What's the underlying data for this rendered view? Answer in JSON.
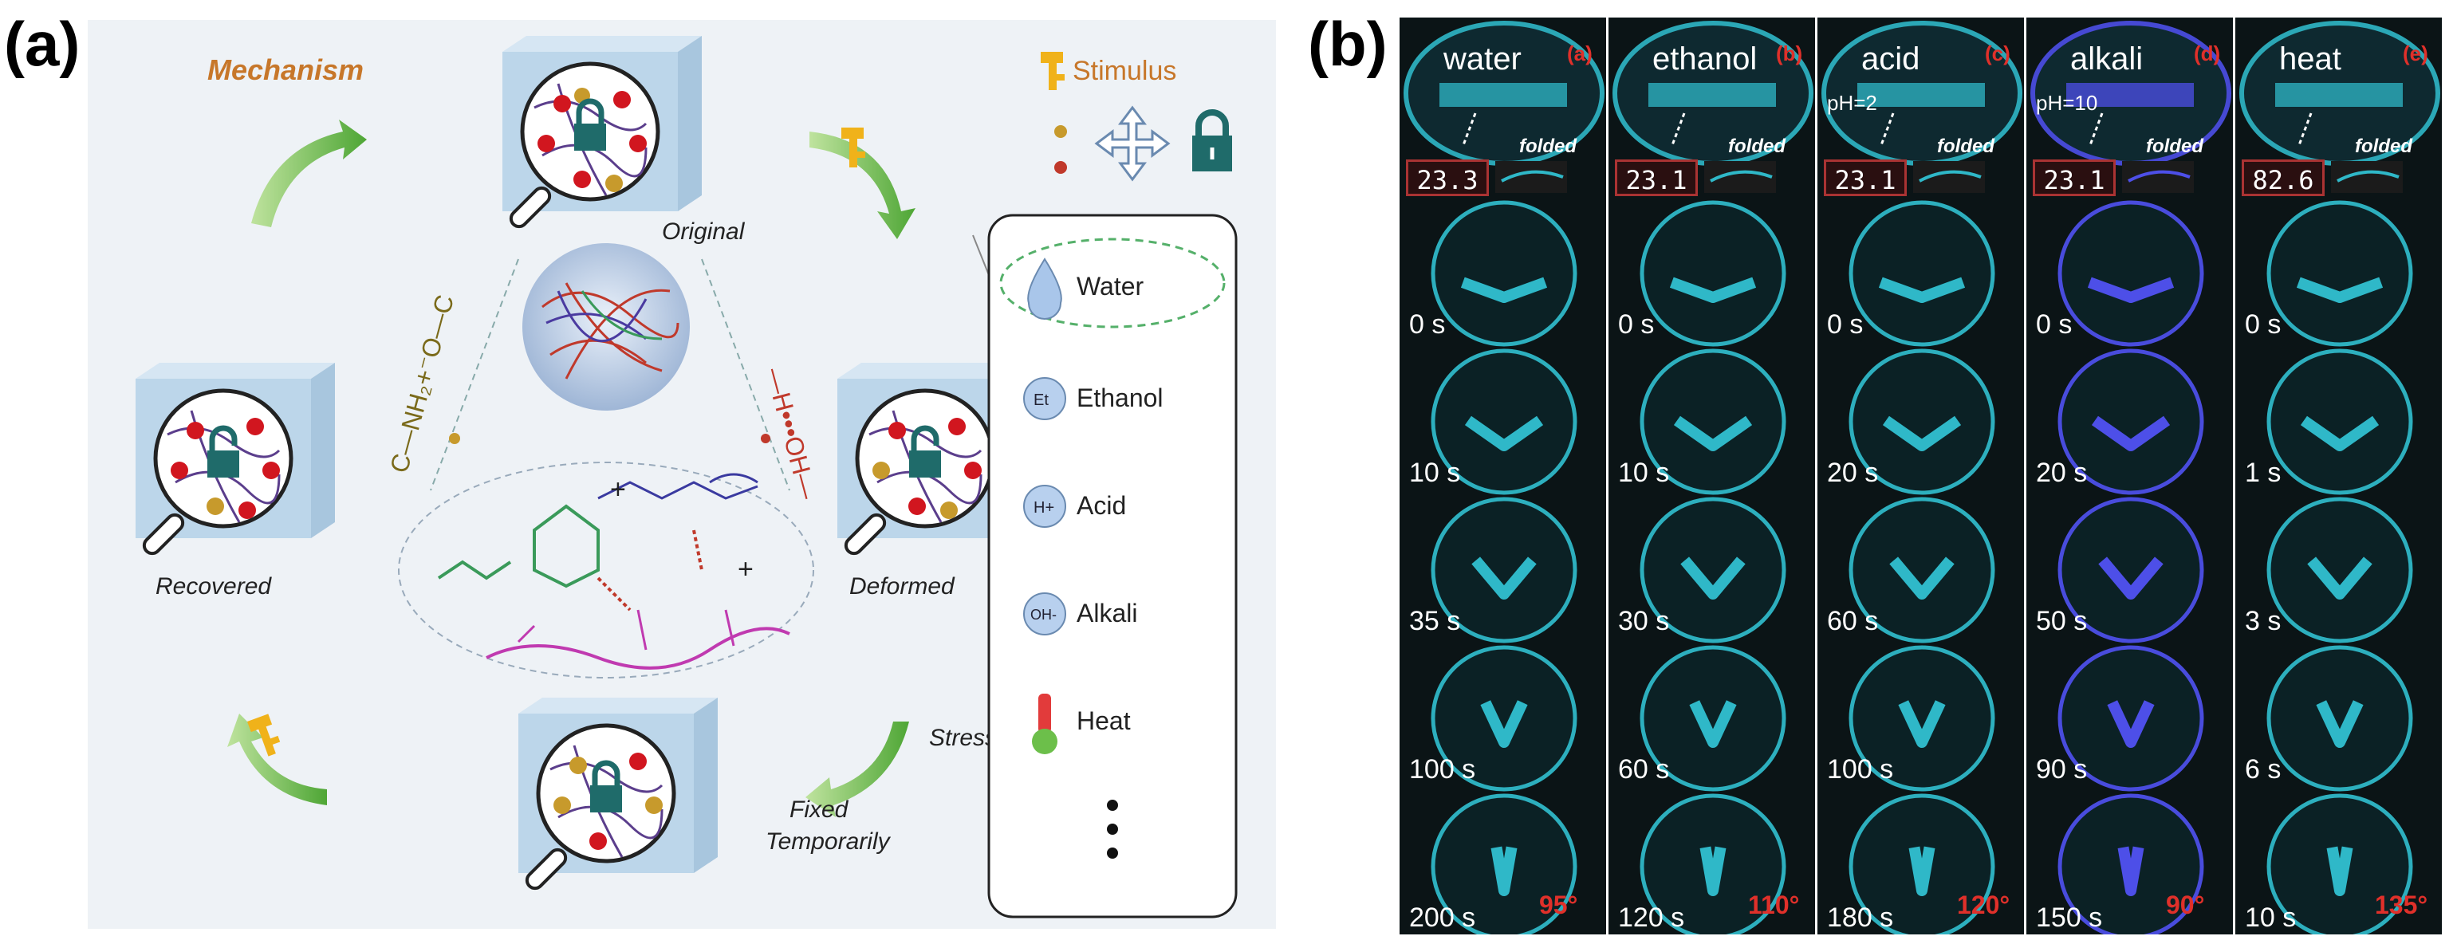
{
  "panel_a": {
    "label": "(a)",
    "mechanism": "Mechanism",
    "states": {
      "original": "Original",
      "deformed": "Deformed",
      "fixed_line1": "Fixed",
      "fixed_line2": "Temporarily",
      "recovered": "Recovered",
      "stress": "Stress"
    },
    "stimulus_title": "Stimulus",
    "stimuli": [
      "Water",
      "Ethanol",
      "Acid",
      "Alkali",
      "Heat"
    ],
    "stimuli_icons": [
      "Et",
      "H+",
      "OH-"
    ],
    "chem_labels": [
      "—H•••OH—",
      "C—NH₂+⁻O—C"
    ],
    "colors": {
      "accent_orange": "#c7772a",
      "arrow_green": "#6cbf4a",
      "box_blue": "#bcd6ea"
    }
  },
  "panel_b": {
    "label": "(b)",
    "columns": [
      {
        "name": "water",
        "tag": "(a)",
        "ph": "",
        "temp": "23.3",
        "times": [
          "0 s",
          "10 s",
          "35 s",
          "100 s",
          "200 s"
        ],
        "final_angle": "95°",
        "tint": "#2fb8c8"
      },
      {
        "name": "ethanol",
        "tag": "(b)",
        "ph": "",
        "temp": "23.1",
        "times": [
          "0 s",
          "10 s",
          "30 s",
          "60 s",
          "120 s"
        ],
        "final_angle": "110°",
        "tint": "#2fb8c8"
      },
      {
        "name": "acid",
        "tag": "(c)",
        "ph": "pH=2",
        "temp": "23.1",
        "times": [
          "0 s",
          "20 s",
          "60 s",
          "100 s",
          "180 s"
        ],
        "final_angle": "120°",
        "tint": "#2fb8c8"
      },
      {
        "name": "alkali",
        "tag": "(d)",
        "ph": "pH=10",
        "temp": "23.1",
        "times": [
          "0 s",
          "20 s",
          "50 s",
          "90 s",
          "150 s"
        ],
        "final_angle": "90°",
        "tint": "#4d4fe8"
      },
      {
        "name": "heat",
        "tag": "(e)",
        "ph": "",
        "temp": "82.6",
        "times": [
          "0 s",
          "1 s",
          "3 s",
          "6 s",
          "10 s"
        ],
        "final_angle": "135°",
        "tint": "#2fb8c8"
      }
    ],
    "folded_label": "folded"
  }
}
